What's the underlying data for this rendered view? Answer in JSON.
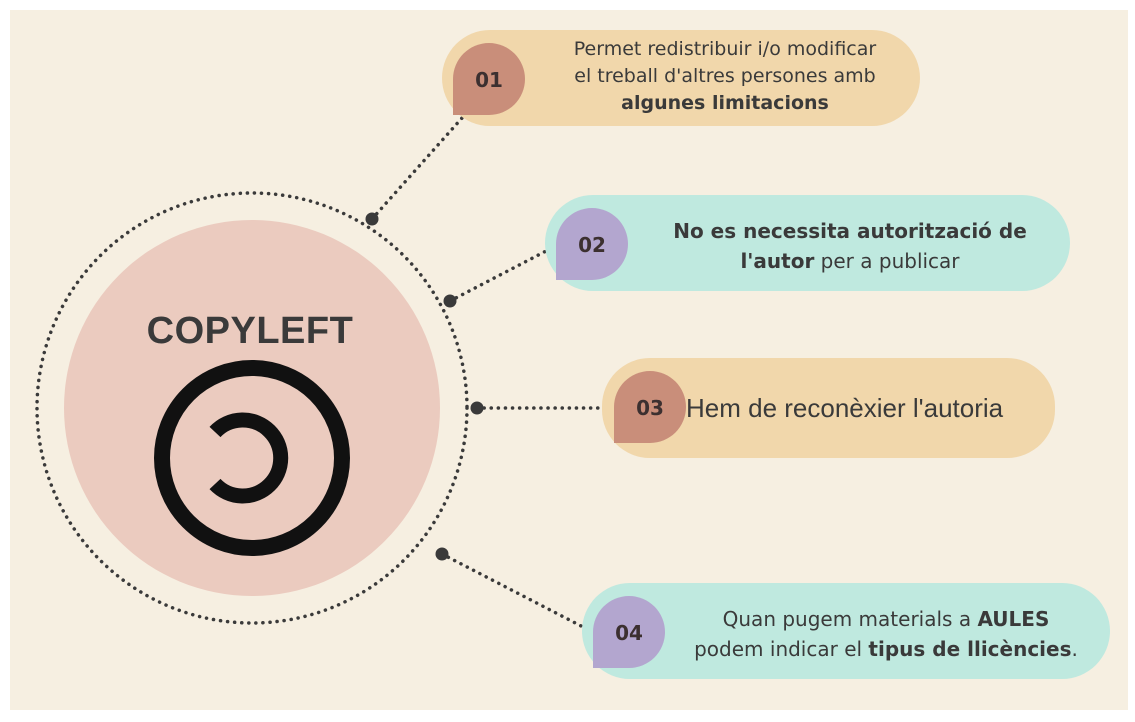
{
  "title": "COPYLEFT",
  "symbol": "copyleft-symbol",
  "colors": {
    "background": "#f6efe1",
    "center_circle": "#ebcbbf",
    "beige_pill": "#f1d7ab",
    "teal_pill": "#bfe9df",
    "brown_badge": "#c98e7a",
    "purple_badge": "#b3a6cf",
    "dots": "#3a3a3a"
  },
  "items": [
    {
      "number": "01",
      "line1": "Permet redistribuir i/o modificar",
      "line2": "el treball d'altres persones amb",
      "line3_bold": "algunes limitacions"
    },
    {
      "number": "02",
      "line1_bold": "No es necessita autorització de",
      "line2_bold": "l'autor",
      "line2_rest": " per a publicar"
    },
    {
      "number": "03",
      "text": "Hem de reconèxier l'autoria"
    },
    {
      "number": "04",
      "line1_pre": "Quan pugem materials a ",
      "line1_bold": "AULES",
      "line2_pre": "podem indicar el ",
      "line2_bold": "tipus de llicències",
      "line2_post": "."
    }
  ]
}
